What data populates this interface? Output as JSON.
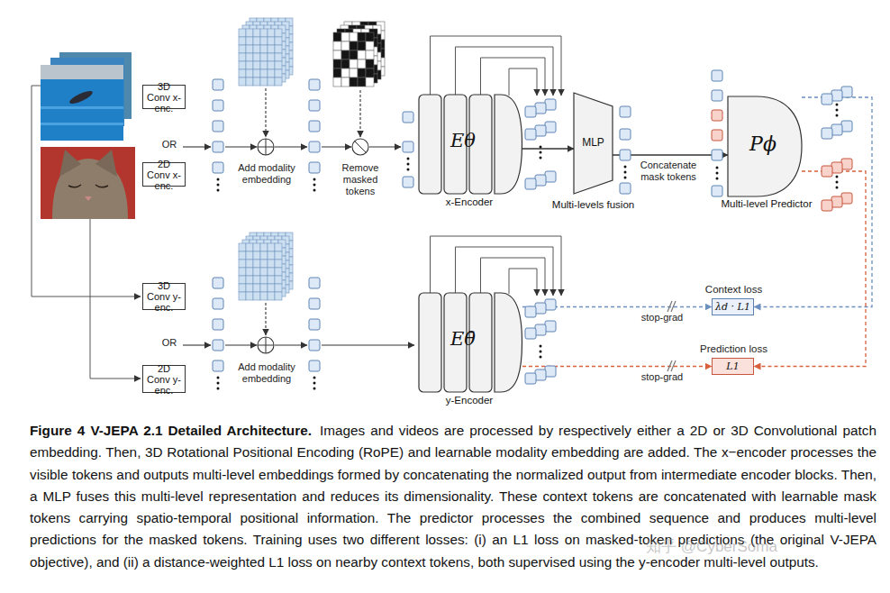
{
  "diagram": {
    "title": "Figure 4 V-JEPA 2.1 Detailed Architecture.",
    "caption": "Images and videos are processed by respectively either a 2D or 3D Convolutional patch embedding. Then, 3D Rotational Positional Encoding (RoPE) and learnable modality embedding are added. The x−encoder processes the visible tokens and outputs multi-level embeddings formed by concatenating the normalized output from intermediate encoder blocks. Then, a MLP fuses this multi-level representation and reduces its dimensionality. These context tokens are concatenated with learnable mask tokens carrying spatio-temporal positional information. The predictor processes the combined sequence and produces multi-level predictions for the masked tokens. Training uses two different losses: (i) an L1 loss on masked-token predictions (the original V-JEPA objective), and (ii) a distance-weighted L1 loss on nearby context tokens, both supervised using the y-encoder multi-level outputs.",
    "nodes": [
      {
        "text": [
          "3D Conv x-enc."
        ]
      },
      {
        "text": [
          "2D Conv x-enc."
        ]
      },
      {
        "text": [
          "Eθ",
          "x-Encoder"
        ]
      },
      {
        "text": [
          "MLP",
          "Multi-levels fusion"
        ]
      },
      {
        "text": [
          "Pϕ",
          "Multi-level Predictor"
        ]
      },
      {
        "text": [
          "3D Conv y-enc."
        ]
      },
      {
        "text": [
          "2D Conv y-enc."
        ]
      },
      {
        "text": [
          "Eθ̄",
          "y-Encoder"
        ]
      },
      {
        "text": [
          "Context loss",
          "λd · L1"
        ]
      },
      {
        "text": [
          "Prediction loss",
          "L1"
        ]
      }
    ],
    "edges": [
      {
        "from": 2,
        "to": 3,
        "arrow": "to"
      },
      {
        "from": 3,
        "to": 4,
        "label": "Concatenate mask tokens",
        "arrow": "to"
      },
      {
        "from": 4,
        "to": 8,
        "arrow": "to"
      },
      {
        "from": 4,
        "to": 9,
        "arrow": "to"
      },
      {
        "from": 7,
        "to": 8,
        "label": "stop-grad",
        "arrow": "to"
      },
      {
        "from": 7,
        "to": 9,
        "label": "stop-grad",
        "arrow": "to"
      }
    ],
    "labels": [
      "OR",
      "OR",
      "Add modality embedding",
      "Add modality embedding",
      "Remove masked tokens",
      "知乎 @CyberSoma"
    ]
  }
}
